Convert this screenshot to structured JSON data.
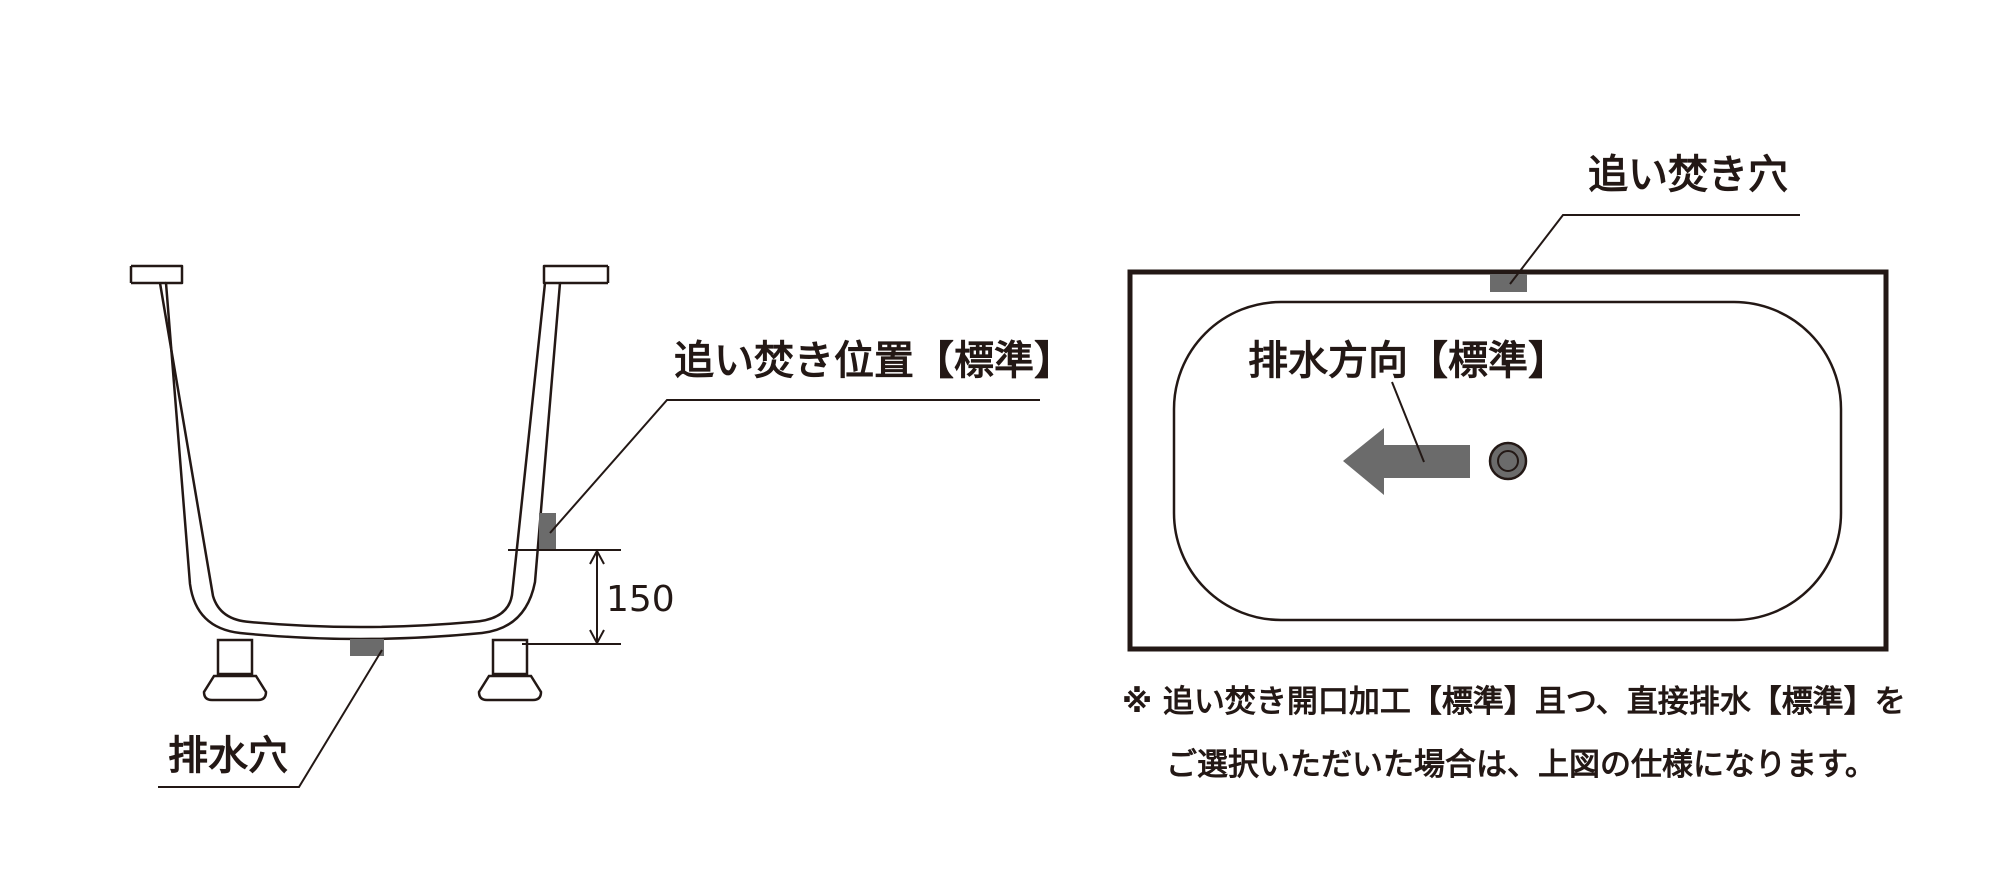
{
  "side_view": {
    "drain_hole_label": "排水穴",
    "reheat_position_label": "追い焚き位置【標準】",
    "dimension_value": "150"
  },
  "top_view": {
    "reheat_hole_label": "追い焚き穴",
    "drain_direction_label": "排水方向【標準】"
  },
  "note": {
    "line1": "※ 追い焚き開口加工【標準】且つ、直接排水【標準】を",
    "line2": "ご選択いただいた場合は、上図の仕様になります。"
  },
  "colors": {
    "line": "#231815",
    "marker": "#6b6b6b",
    "background": "#ffffff"
  }
}
